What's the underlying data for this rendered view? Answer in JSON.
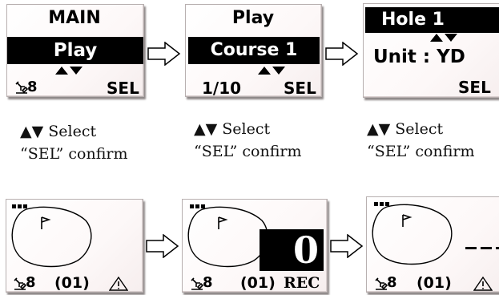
{
  "screens_top": [
    {
      "title": "MAIN",
      "selected": "Play",
      "footer_left": "8",
      "footer_right": "SEL"
    },
    {
      "title": "Play",
      "selected": "Course 1",
      "footer_left": "1/10",
      "footer_right": "SEL"
    },
    {
      "selected": "Hole 1",
      "unit_line": "Unit : YD",
      "footer_right": "SEL"
    }
  ],
  "captions": [
    {
      "line1": "▲▼ Select",
      "line2": "“SEL” confirm"
    },
    {
      "line1": "▲▼ Select",
      "line2": "“SEL” confirm"
    },
    {
      "line1": "▲▼ Select",
      "line2": "“SEL” confirm"
    }
  ],
  "screens_bottom": [
    {
      "footer_left": "8",
      "footer_mid": "(01)",
      "status": "warning"
    },
    {
      "footer_left": "8",
      "footer_mid": "(01)",
      "big_number": "0",
      "status_text": "REC"
    },
    {
      "footer_left": "8",
      "footer_mid": "(01)",
      "status": "warning"
    }
  ],
  "icons": {
    "flow_arrow": "right-arrow-outline",
    "satellite": "satellite-icon",
    "warning": "warning-icon",
    "flag": "flag-icon",
    "battery": "battery-icon"
  }
}
